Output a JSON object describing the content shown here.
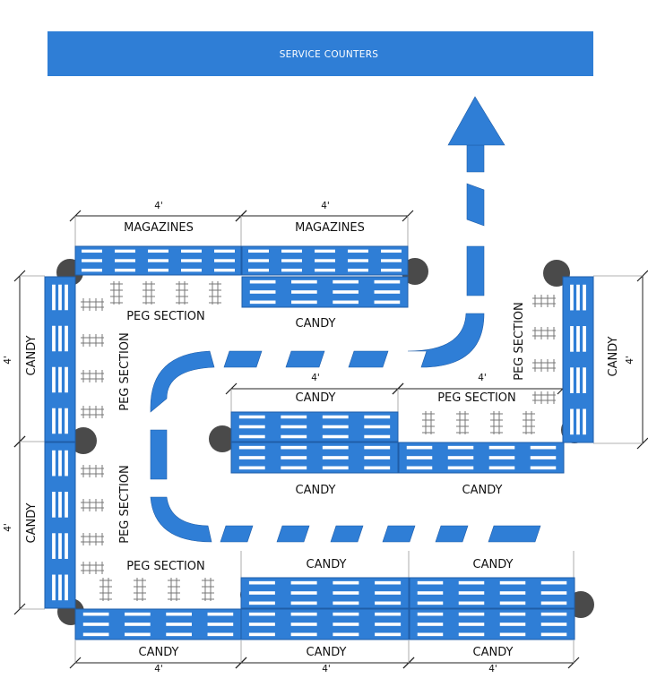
{
  "colors": {
    "fixture": "#2F7ED6",
    "outline": "#1F5DA8",
    "slot": "#ffffff",
    "endcap": "#4A4A4A",
    "dim_line": "#999999",
    "hook": "#777777"
  },
  "service_counters": {
    "label": "SERVICE COUNTERS"
  },
  "labels": {
    "magazines_1": "MAGAZINES",
    "magazines_2": "MAGAZINES",
    "candy_top_center": "CANDY",
    "peg_section_top": "PEG SECTION",
    "peg_section_upper_vertical": "PEG SECTION",
    "peg_section_lower_vertical": "PEG SECTION",
    "candy_left_upper": "CANDY",
    "candy_left_lower": "CANDY",
    "candy_center_upper": "CANDY",
    "peg_section_center": "PEG SECTION",
    "candy_center_lower_left": "CANDY",
    "candy_center_lower_right": "CANDY",
    "peg_section_right_vertical": "PEG SECTION",
    "candy_right": "CANDY",
    "peg_section_bottom": "PEG SECTION",
    "candy_bottom_upper_mid": "CANDY",
    "candy_bottom_upper_right": "CANDY",
    "candy_bottom_left": "CANDY",
    "candy_bottom_mid": "CANDY",
    "candy_bottom_right": "CANDY"
  },
  "dimensions": {
    "top_left": "4'",
    "top_right": "4'",
    "left_upper": "4'",
    "left_lower": "4'",
    "center_left": "4'",
    "center_right": "4'",
    "right": "4'",
    "bottom_left": "4'",
    "bottom_mid": "4'",
    "bottom_right": "4'"
  }
}
